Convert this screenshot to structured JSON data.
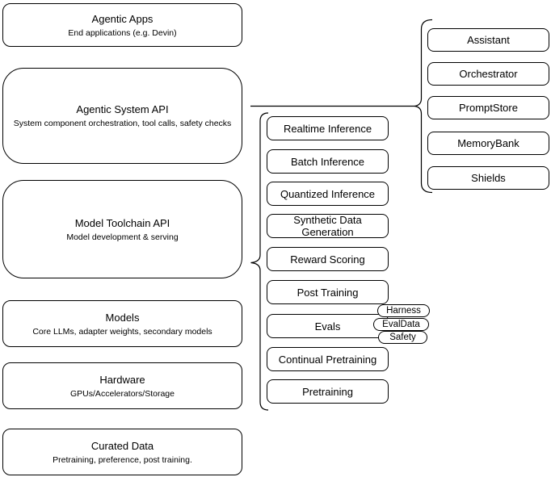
{
  "left_column": [
    {
      "title": "Agentic Apps",
      "subtitle": "End applications (e.g. Devin)"
    },
    {
      "title": "Agentic System API",
      "subtitle": "System component orchestration, tool calls, safety checks"
    },
    {
      "title": "Model Toolchain API",
      "subtitle": "Model development & serving"
    },
    {
      "title": "Models",
      "subtitle": "Core LLMs, adapter weights, secondary models"
    },
    {
      "title": "Hardware",
      "subtitle": "GPUs/Accelerators/Storage"
    },
    {
      "title": "Curated Data",
      "subtitle": "Pretraining, preference, post training."
    }
  ],
  "toolchain": {
    "items": [
      "Realtime Inference",
      "Batch Inference",
      "Quantized Inference",
      "Synthetic Data Generation",
      "Reward Scoring",
      "Post Training",
      "Evals",
      "Continual Pretraining",
      "Pretraining"
    ]
  },
  "eval_tags": [
    "Harness",
    "EvalData",
    "Safety"
  ],
  "system_components": [
    "Assistant",
    "Orchestrator",
    "PromptStore",
    "MemoryBank",
    "Shields"
  ],
  "colors": {
    "stroke": "#000000",
    "fill": "#ffffff",
    "text": "#000000"
  }
}
